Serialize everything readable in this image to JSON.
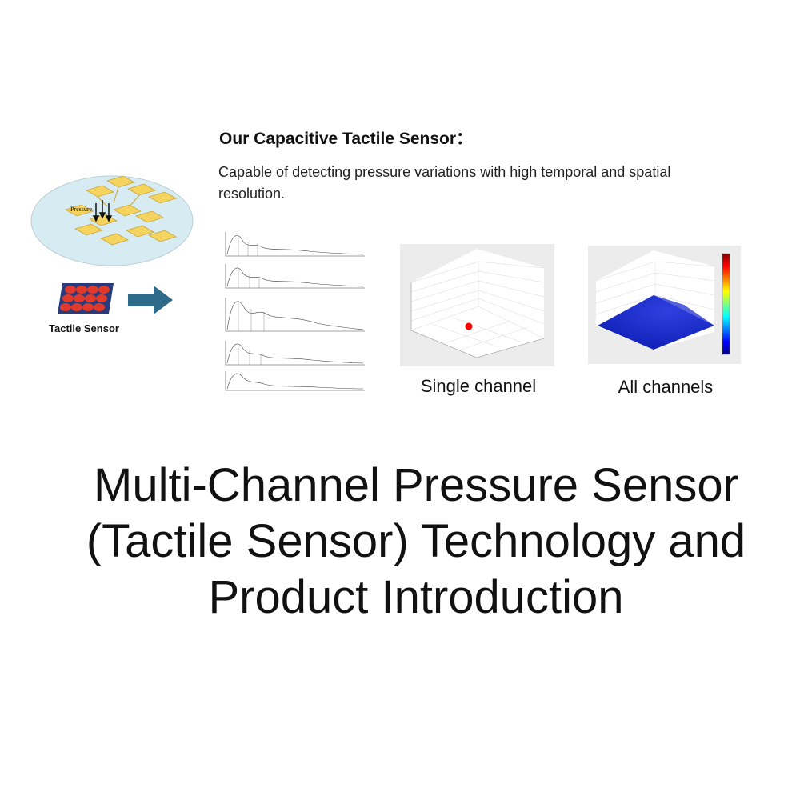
{
  "slide": {
    "heading": "Our Capacitive Tactile Sensor：",
    "description": "Capable of detecting pressure variations with high temporal and spatial resolution.",
    "illustration": {
      "pressure_label": "Pressure",
      "sensor_label": "Tactile Sensor"
    },
    "panels": {
      "single_caption": "Single channel",
      "all_caption": "All channels"
    },
    "title_lines": [
      "Multi-Channel Pressure Sensor",
      "(Tactile Sensor) Technology and",
      "Product Introduction"
    ],
    "colors": {
      "pad_yellow": "#f4d35e",
      "ellipse_fill": "#d6ecf2",
      "chip_red": "#e23a2a",
      "arrow_blue": "#2e6a8a",
      "marker_red": "#ff0000",
      "surface_blue": "#1424c8"
    }
  }
}
